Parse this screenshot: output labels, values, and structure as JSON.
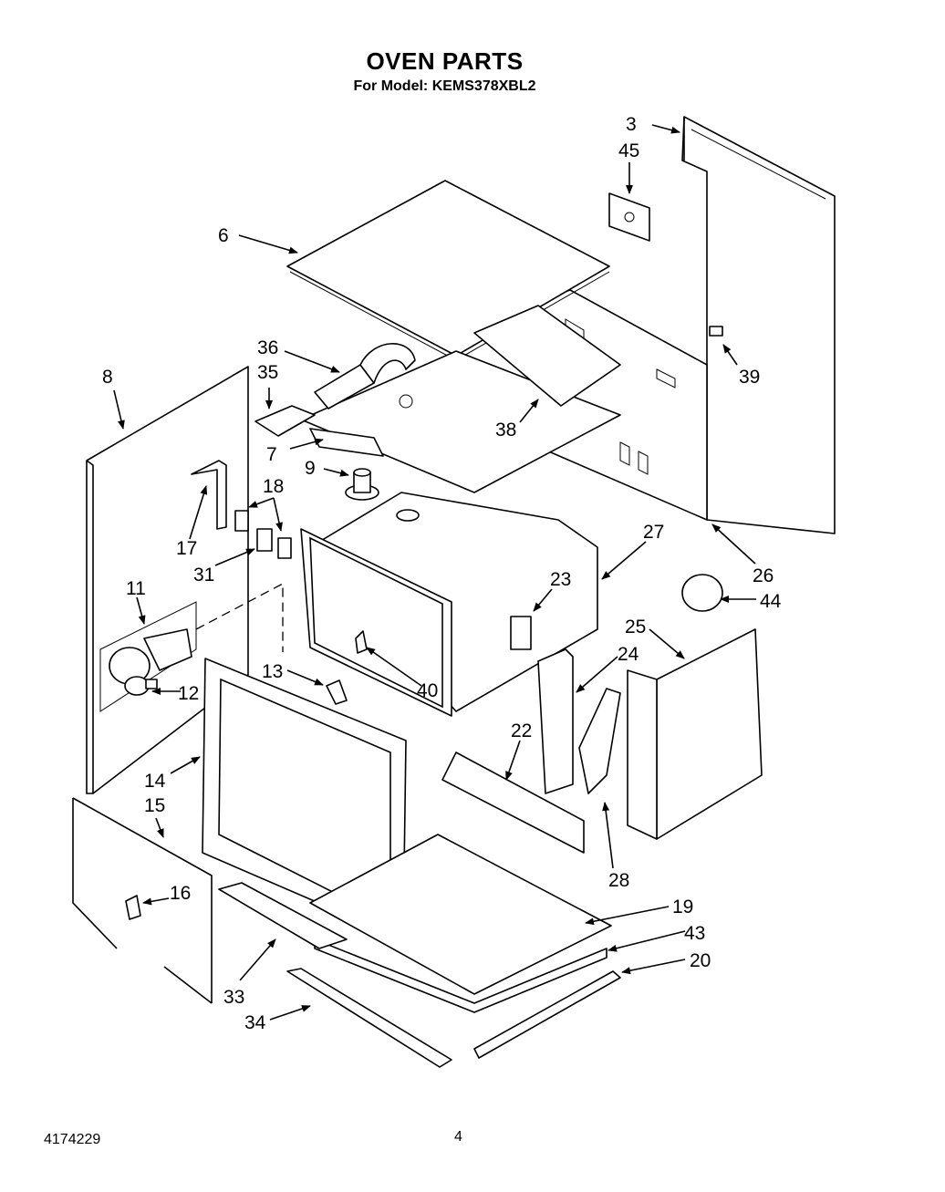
{
  "header": {
    "title": "OVEN PARTS",
    "model_line": "For Model: KEMS378XBL2"
  },
  "footer": {
    "doc_number": "4174229",
    "page_number": "4"
  },
  "callouts": [
    "3",
    "45",
    "6",
    "36",
    "35",
    "39",
    "8",
    "7",
    "38",
    "9",
    "18",
    "17",
    "27",
    "31",
    "26",
    "23",
    "44",
    "11",
    "25",
    "24",
    "13",
    "40",
    "12",
    "22",
    "14",
    "15",
    "28",
    "16",
    "19",
    "43",
    "20",
    "33",
    "34"
  ]
}
